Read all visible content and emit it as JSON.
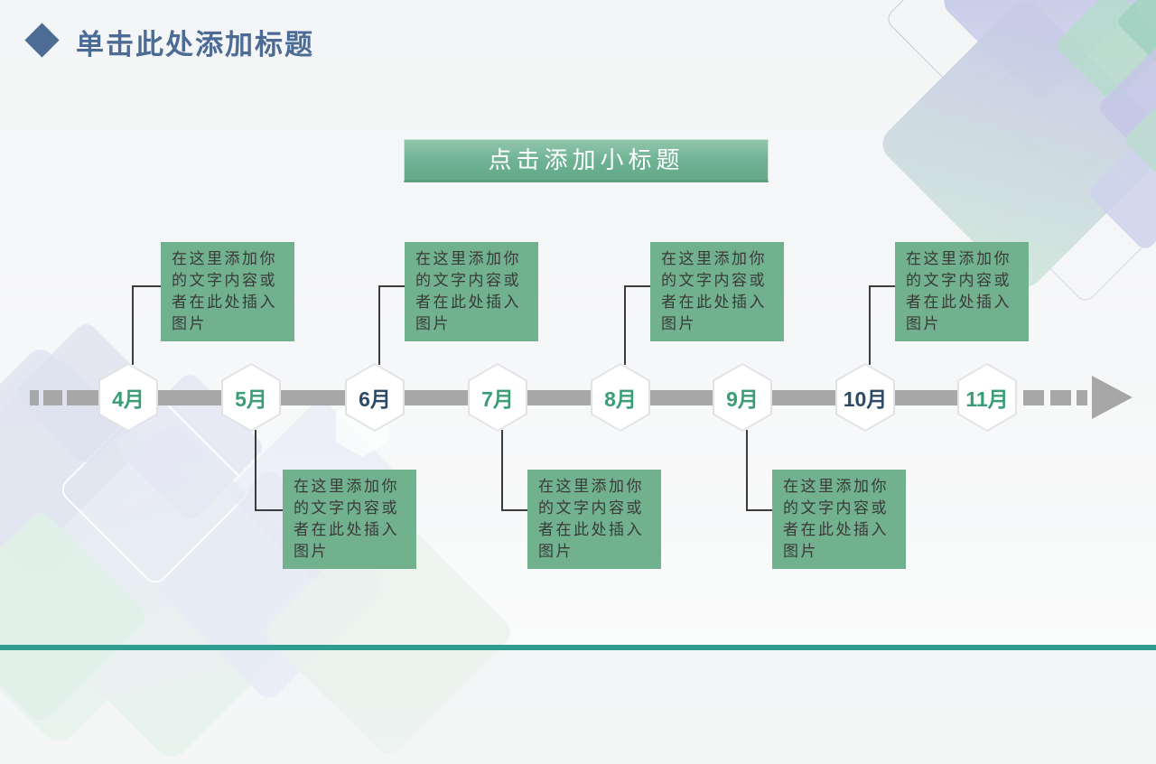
{
  "slide": {
    "title": "单击此处添加标题",
    "subtitle": "点击添加小标题"
  },
  "colors": {
    "title_text": "#4c6c96",
    "subtitle_text": "#ffffff",
    "subtitle_bg_top": "#92c6ab",
    "subtitle_bg_bottom": "#63aa86",
    "callout_bg": "#71b18d",
    "callout_text": "#3a3a3a",
    "timeline_gray": "#a7a7a7",
    "connector_line": "#3c3c3c",
    "month_green": "#3a9d75",
    "month_navy": "#2c4a66",
    "bottom_bar": "#2e9c8e"
  },
  "timeline": {
    "months": [
      {
        "label": "4月",
        "label_color": "#3a9d75"
      },
      {
        "label": "5月",
        "label_color": "#3a9d75"
      },
      {
        "label": "6月",
        "label_color": "#2c4a66"
      },
      {
        "label": "7月",
        "label_color": "#3a9d75"
      },
      {
        "label": "8月",
        "label_color": "#3a9d75"
      },
      {
        "label": "9月",
        "label_color": "#3a9d75"
      },
      {
        "label": "10月",
        "label_color": "#2c4a66"
      },
      {
        "label": "11月",
        "label_color": "#3a9d75"
      }
    ],
    "callouts": [
      {
        "month": "4月",
        "side": "top",
        "text": "在这里添加你的文字内容或者在此处插入图片"
      },
      {
        "month": "5月",
        "side": "bottom",
        "text": "在这里添加你的文字内容或者在此处插入图片"
      },
      {
        "month": "6月",
        "side": "top",
        "text": "在这里添加你的文字内容或者在此处插入图片"
      },
      {
        "month": "7月",
        "side": "bottom",
        "text": "在这里添加你的文字内容或者在此处插入图片"
      },
      {
        "month": "8月",
        "side": "top",
        "text": "在这里添加你的文字内容或者在此处插入图片"
      },
      {
        "month": "9月",
        "side": "bottom",
        "text": "在这里添加你的文字内容或者在此处插入图片"
      },
      {
        "month": "10月",
        "side": "top",
        "text": "在这里添加你的文字内容或者在此处插入图片"
      }
    ]
  }
}
